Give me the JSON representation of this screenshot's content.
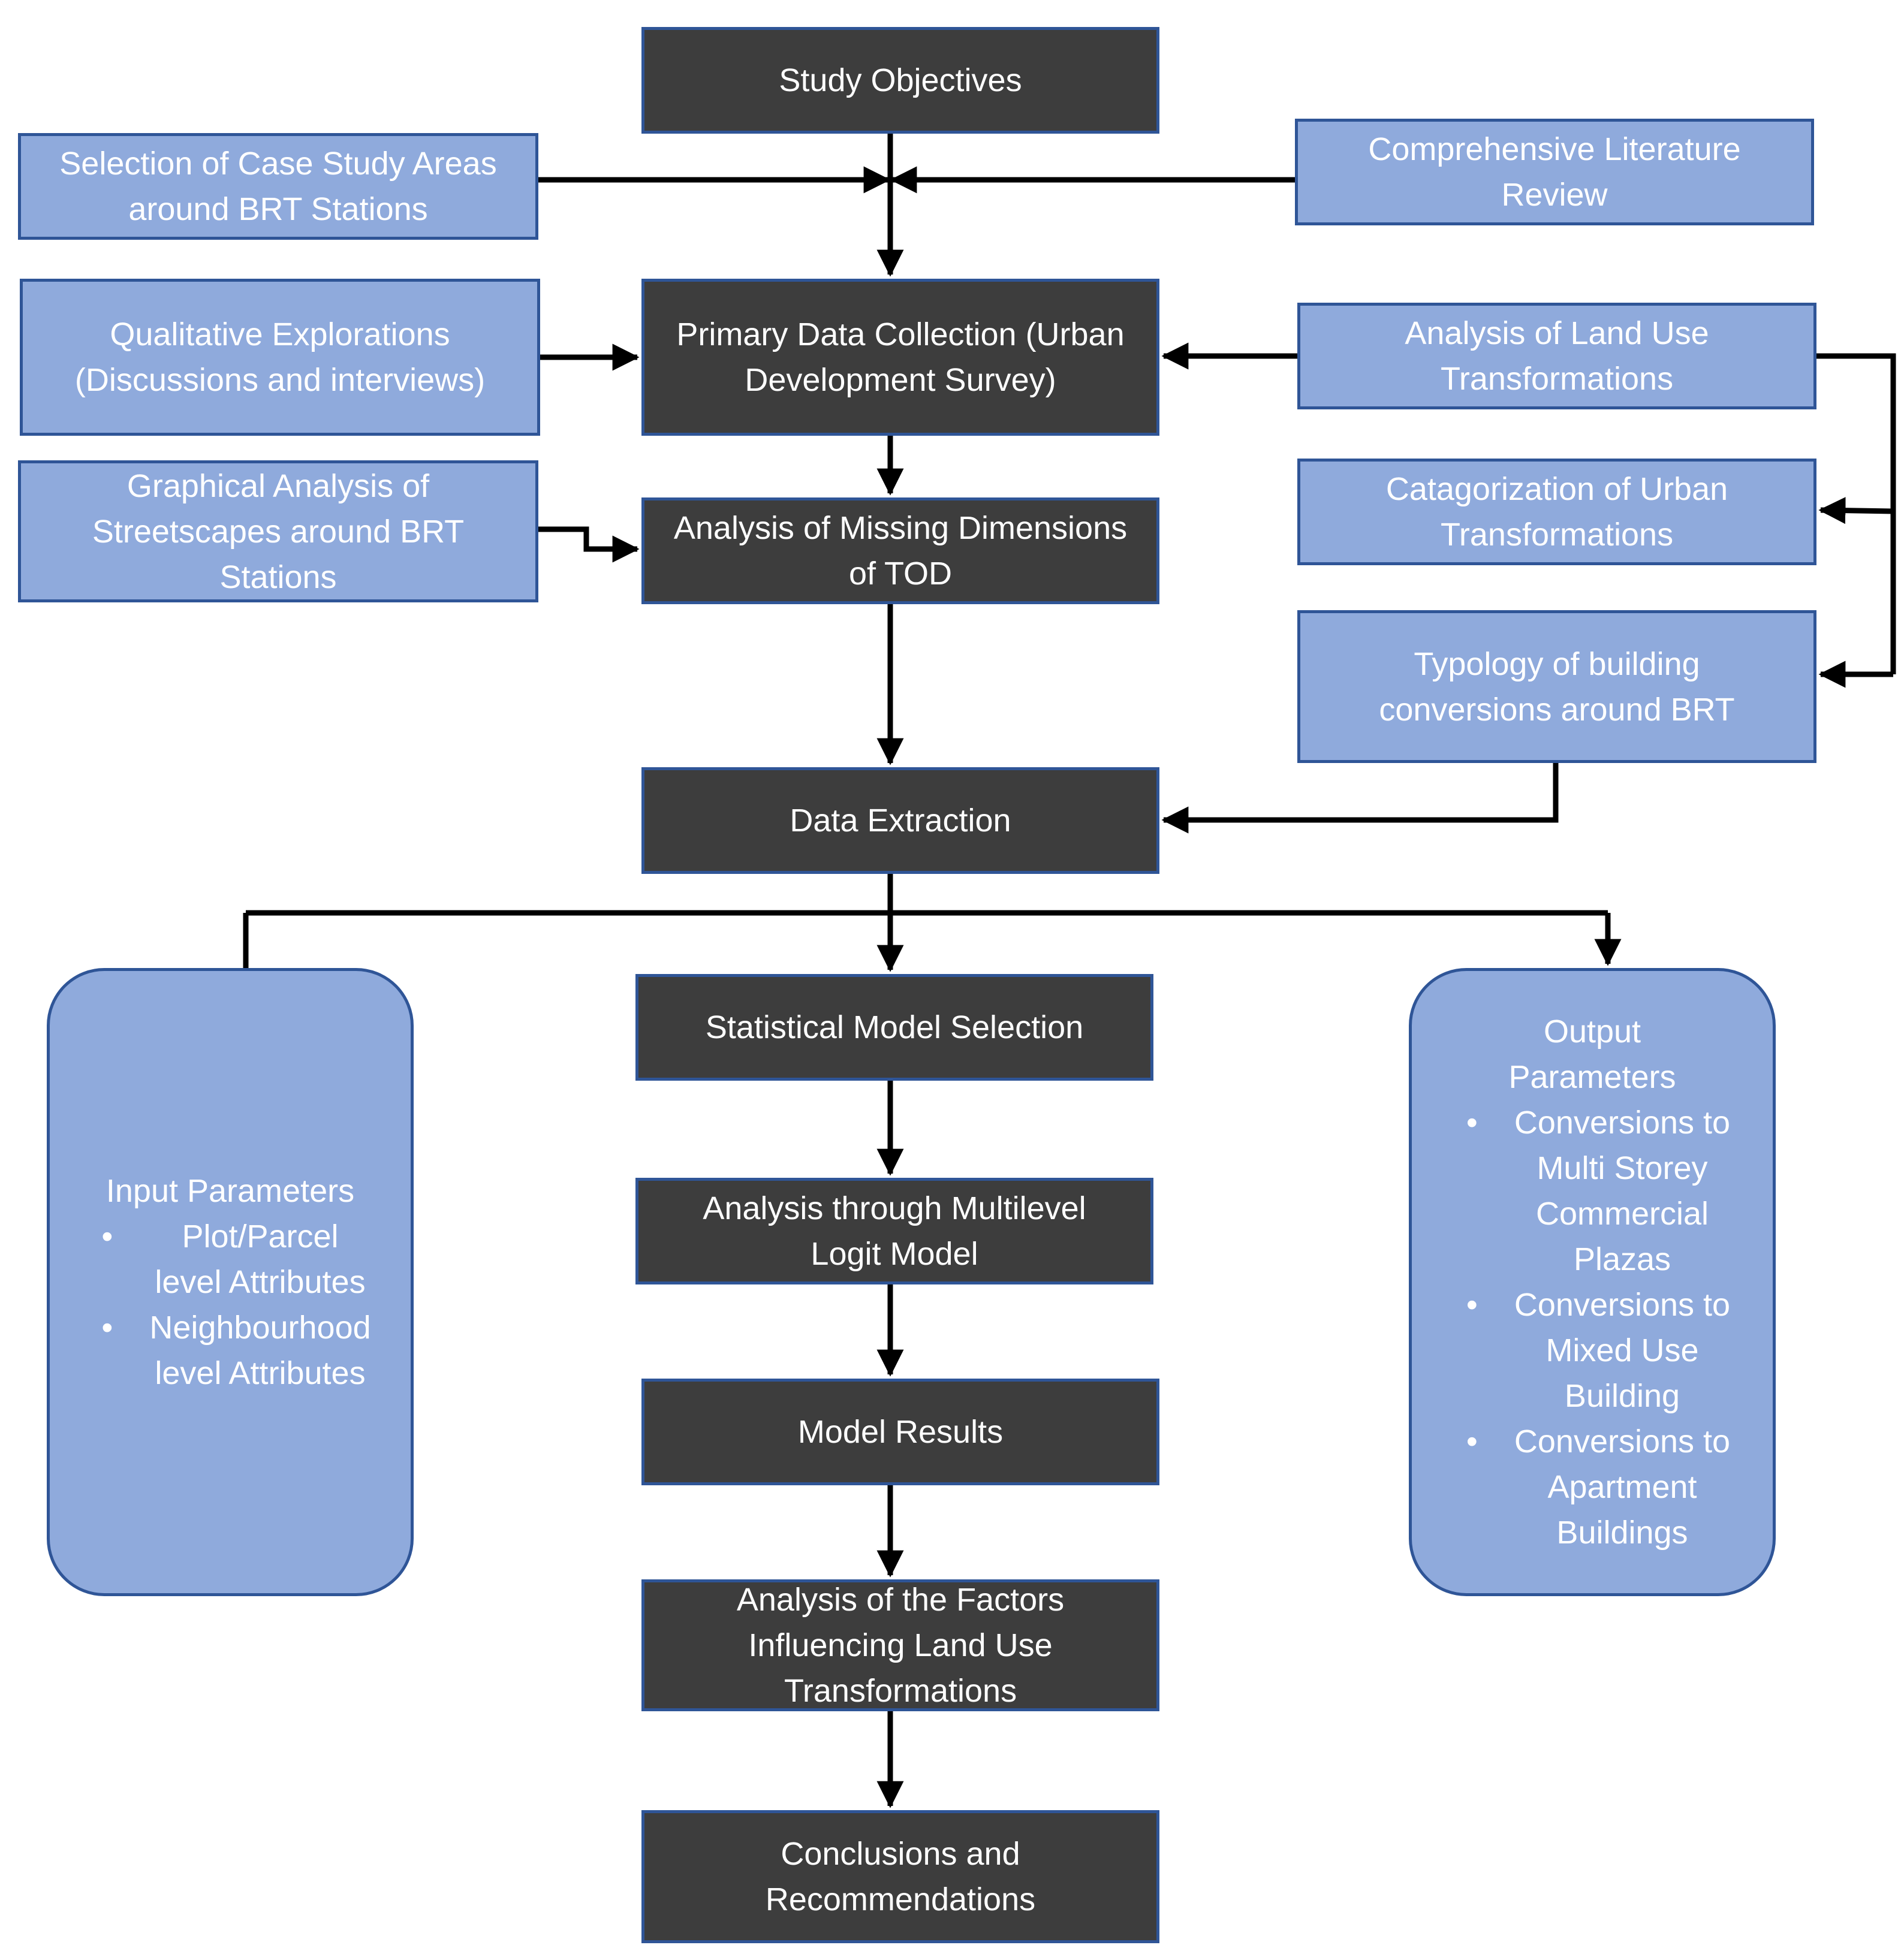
{
  "colors": {
    "dark_box": "#3d3d3d",
    "light_box": "#8faadc",
    "border": "#2f5597",
    "text": "#ffffff",
    "arrow": "#000000"
  },
  "nodes": {
    "study_objectives": "Study Objectives",
    "selection_case_study": [
      "Selection of Case Study Areas",
      "around BRT Stations"
    ],
    "literature_review": [
      "Comprehensive Literature",
      "Review"
    ],
    "qualitative_explorations": [
      "Qualitative Explorations",
      "(Discussions and interviews)"
    ],
    "primary_data_collection": [
      "Primary Data Collection (Urban",
      "Development Survey)"
    ],
    "land_use_analysis": [
      "Analysis of Land Use",
      "Transformations"
    ],
    "graphical_analysis": [
      "Graphical Analysis of",
      "Streetscapes around BRT",
      "Stations"
    ],
    "missing_dimensions": [
      "Analysis of Missing Dimensions",
      "of TOD"
    ],
    "categorization": [
      "Catagorization of Urban",
      "Transformations"
    ],
    "typology": [
      "Typology of building",
      "conversions around BRT"
    ],
    "data_extraction": "Data Extraction",
    "statistical_model": "Statistical Model Selection",
    "multilevel_logit": [
      "Analysis through Multilevel",
      "Logit Model"
    ],
    "model_results": "Model Results",
    "factors_analysis": [
      "Analysis of the Factors",
      "Influencing Land Use",
      "Transformations"
    ],
    "conclusions": [
      "Conclusions and",
      "Recommendations"
    ],
    "input_parameters": {
      "title": "Input Parameters",
      "bullet": "•",
      "items": [
        [
          "Plot/Parcel",
          "level Attributes"
        ],
        [
          "Neighbourhood",
          "level Attributes"
        ]
      ]
    },
    "output_parameters": {
      "title": [
        "Output",
        "Parameters"
      ],
      "bullet": "•",
      "items": [
        [
          "Conversions to",
          "Multi Storey",
          "Commercial",
          "Plazas"
        ],
        [
          "Conversions to",
          "Mixed Use",
          "Building"
        ],
        [
          "Conversions to",
          "Apartment",
          "Buildings"
        ]
      ]
    }
  }
}
